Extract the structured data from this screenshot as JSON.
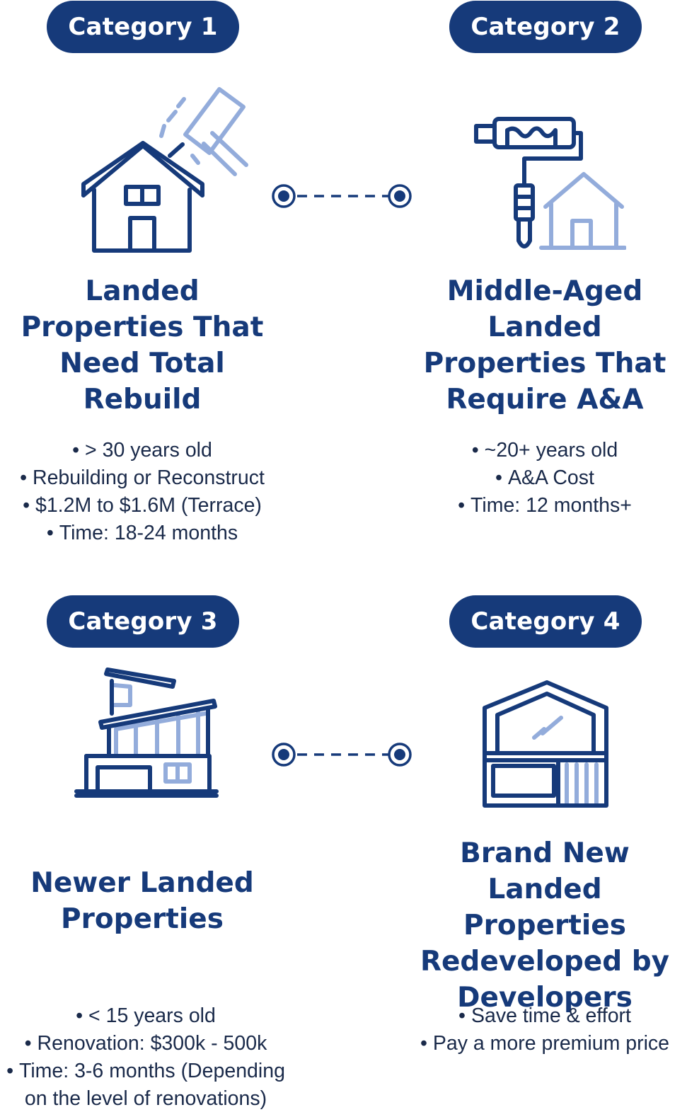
{
  "colors": {
    "navy": "#163a7a",
    "light_blue": "#93acdb",
    "text": "#1a2a4a"
  },
  "categories": [
    {
      "label": "Category 1",
      "icon": "house-with-hammer-icon",
      "title": [
        "Landed",
        "Properties That",
        "Need Total",
        "Rebuild"
      ],
      "bullets": [
        "> 30 years old",
        "Rebuilding or Reconstruct",
        "$1.2M to $1.6M (Terrace)",
        "Time: 18-24 months"
      ]
    },
    {
      "label": "Category 2",
      "icon": "paint-roller-house-icon",
      "title": [
        "Middle-Aged",
        "Landed",
        "Properties That",
        "Require A&A"
      ],
      "bullets": [
        "~20+ years old",
        "A&A Cost",
        "Time: 12 months+"
      ]
    },
    {
      "label": "Category 3",
      "icon": "modern-house-icon",
      "title": [
        "Newer Landed",
        "Properties"
      ],
      "bullets": [
        "< 15 years old",
        "Renovation: $300k - 500k",
        "Time: 3-6 months (Depending",
        "on the level of renovations)"
      ]
    },
    {
      "label": "Category 4",
      "icon": "new-house-icon",
      "title": [
        "Brand New",
        "Landed Properties",
        "Redeveloped by",
        "Developers"
      ],
      "bullets": [
        "Save time & effort",
        "Pay a more premium price"
      ]
    }
  ]
}
